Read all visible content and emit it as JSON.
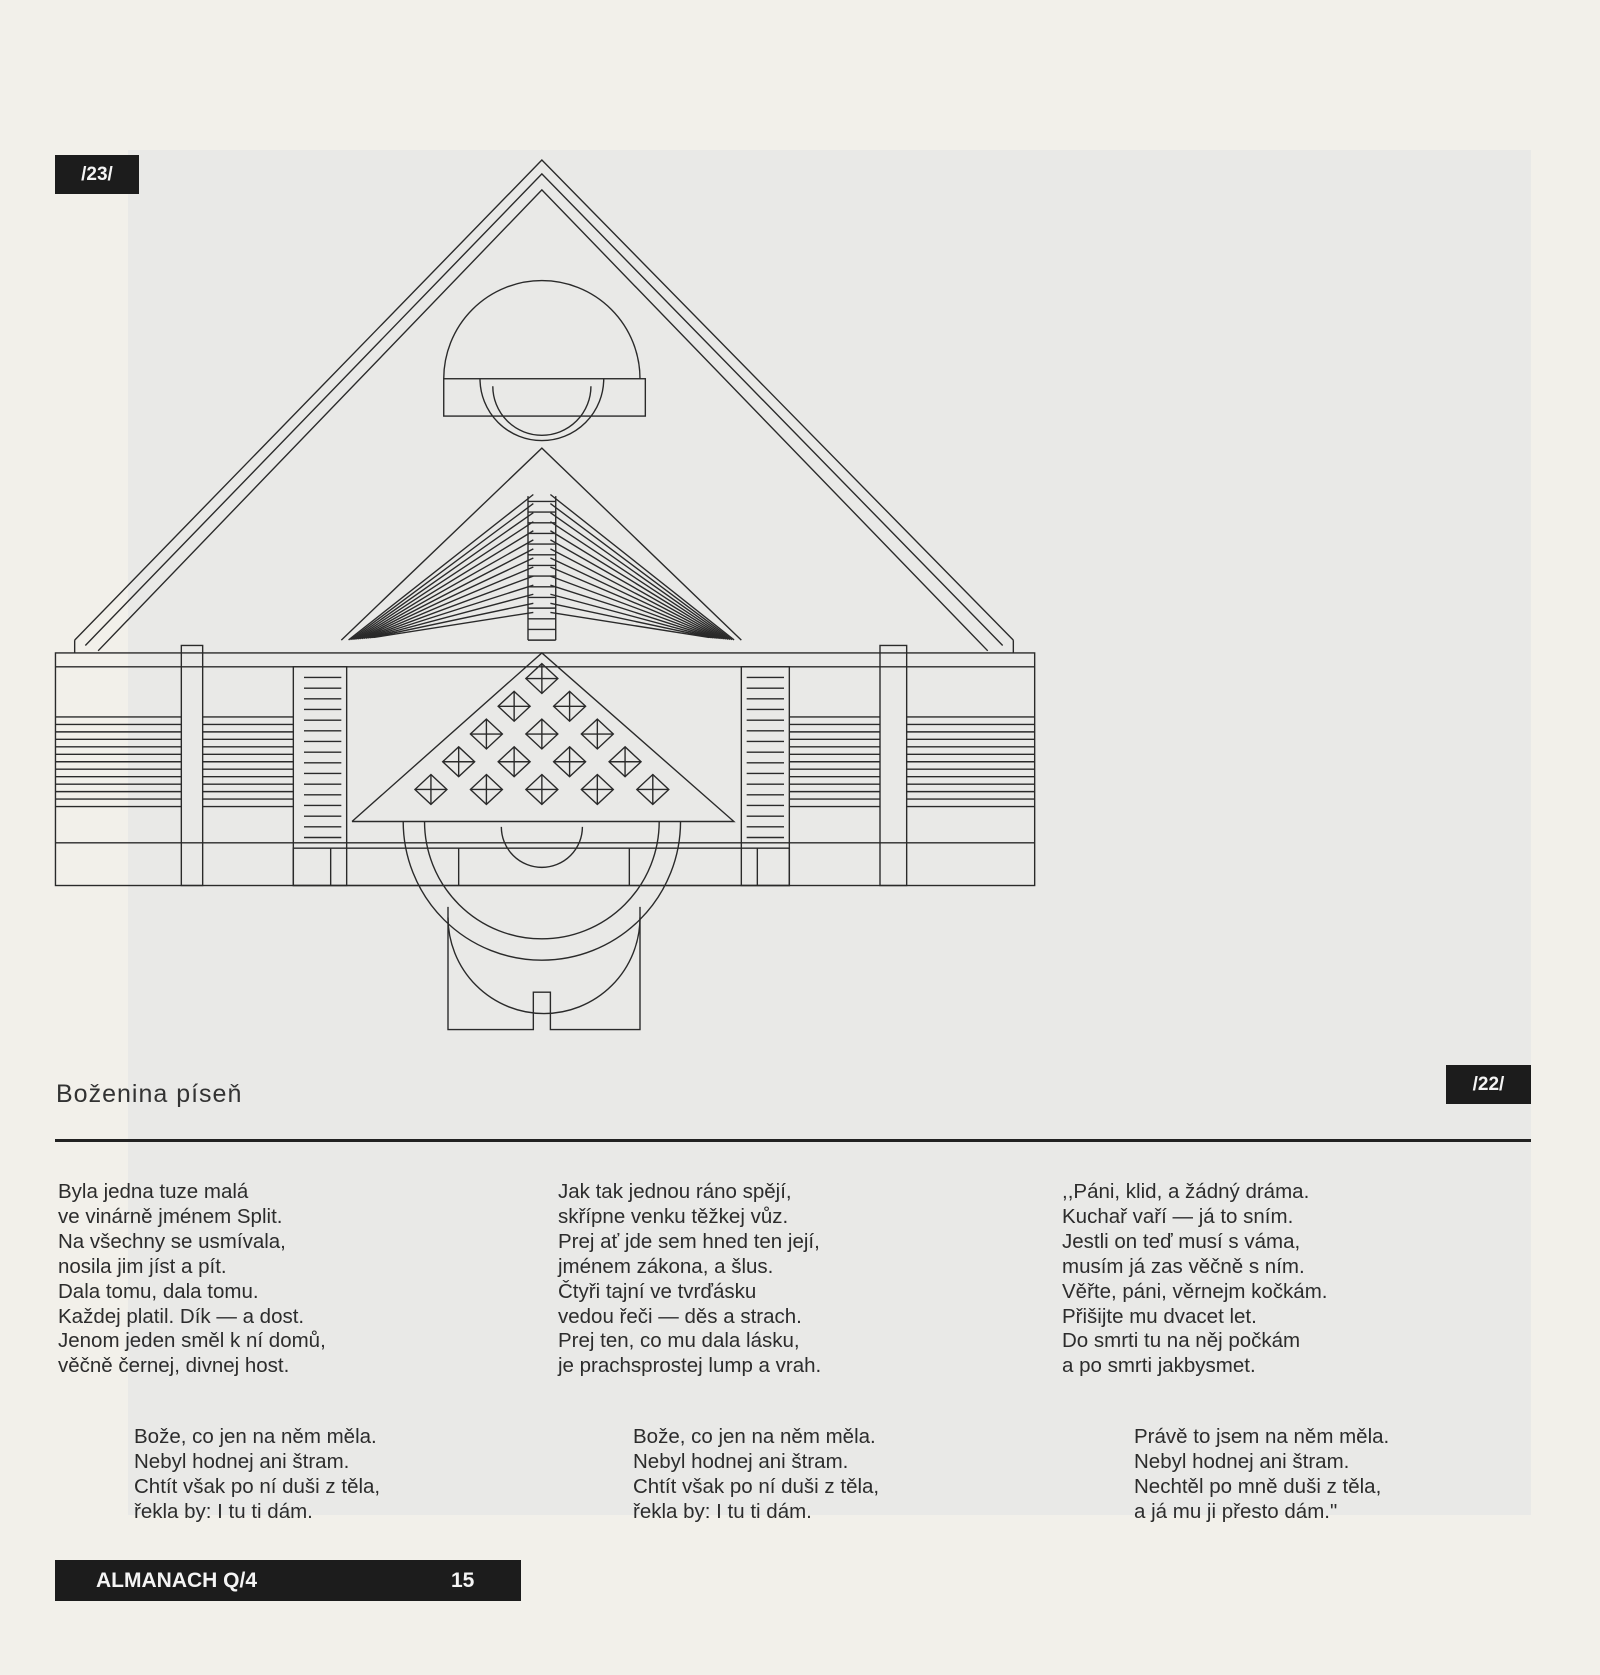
{
  "figure_labels": {
    "top": "/23/",
    "bottom": "/22/"
  },
  "title": "Boženina píseň",
  "verses": [
    [
      "Byla jedna tuze malá",
      "ve vinárně jménem Split.",
      "Na všechny se usmívala,",
      "nosila jim jíst a pít.",
      "Dala tomu, dala tomu.",
      "Každej platil. Dík — a dost.",
      "Jenom jeden směl k ní domů,",
      "věčně černej, divnej host."
    ],
    [
      "Jak tak jednou ráno spějí,",
      "skřípne venku těžkej vůz.",
      "Prej ať jde sem hned ten její,",
      "jménem zákona, a šlus.",
      "Čtyři tajní ve tvrďásku",
      "vedou řeči — děs a strach.",
      "Prej ten, co mu dala lásku,",
      "je prachsprostej lump a vrah."
    ],
    [
      ",,Páni, klid, a žádný dráma.",
      "Kuchař vaří — já to sním.",
      "Jestli on teď musí s váma,",
      "musím já zas věčně s ním.",
      "Věřte, páni, věrnejm kočkám.",
      "Přišijte mu dvacet let.",
      "Do smrti tu na něj počkám",
      "a po smrti jakbysmet."
    ]
  ],
  "refrains": [
    [
      "Bože, co jen na něm měla.",
      "Nebyl hodnej ani štram.",
      "Chtít však po ní duši z těla,",
      "řekla by: I tu ti dám."
    ],
    [
      "Bože, co jen na něm měla.",
      "Nebyl hodnej ani štram.",
      "Chtít však po ní duši z těla,",
      "řekla by: I tu ti dám."
    ],
    [
      "Právě to jsem na něm měla.",
      "Nebyl hodnej ani štram.",
      "Nechtěl po mně duši z těla,",
      "a já mu ji přesto dám.\""
    ]
  ],
  "footer": {
    "publication": "ALMANACH Q/4",
    "page_number": "15"
  }
}
